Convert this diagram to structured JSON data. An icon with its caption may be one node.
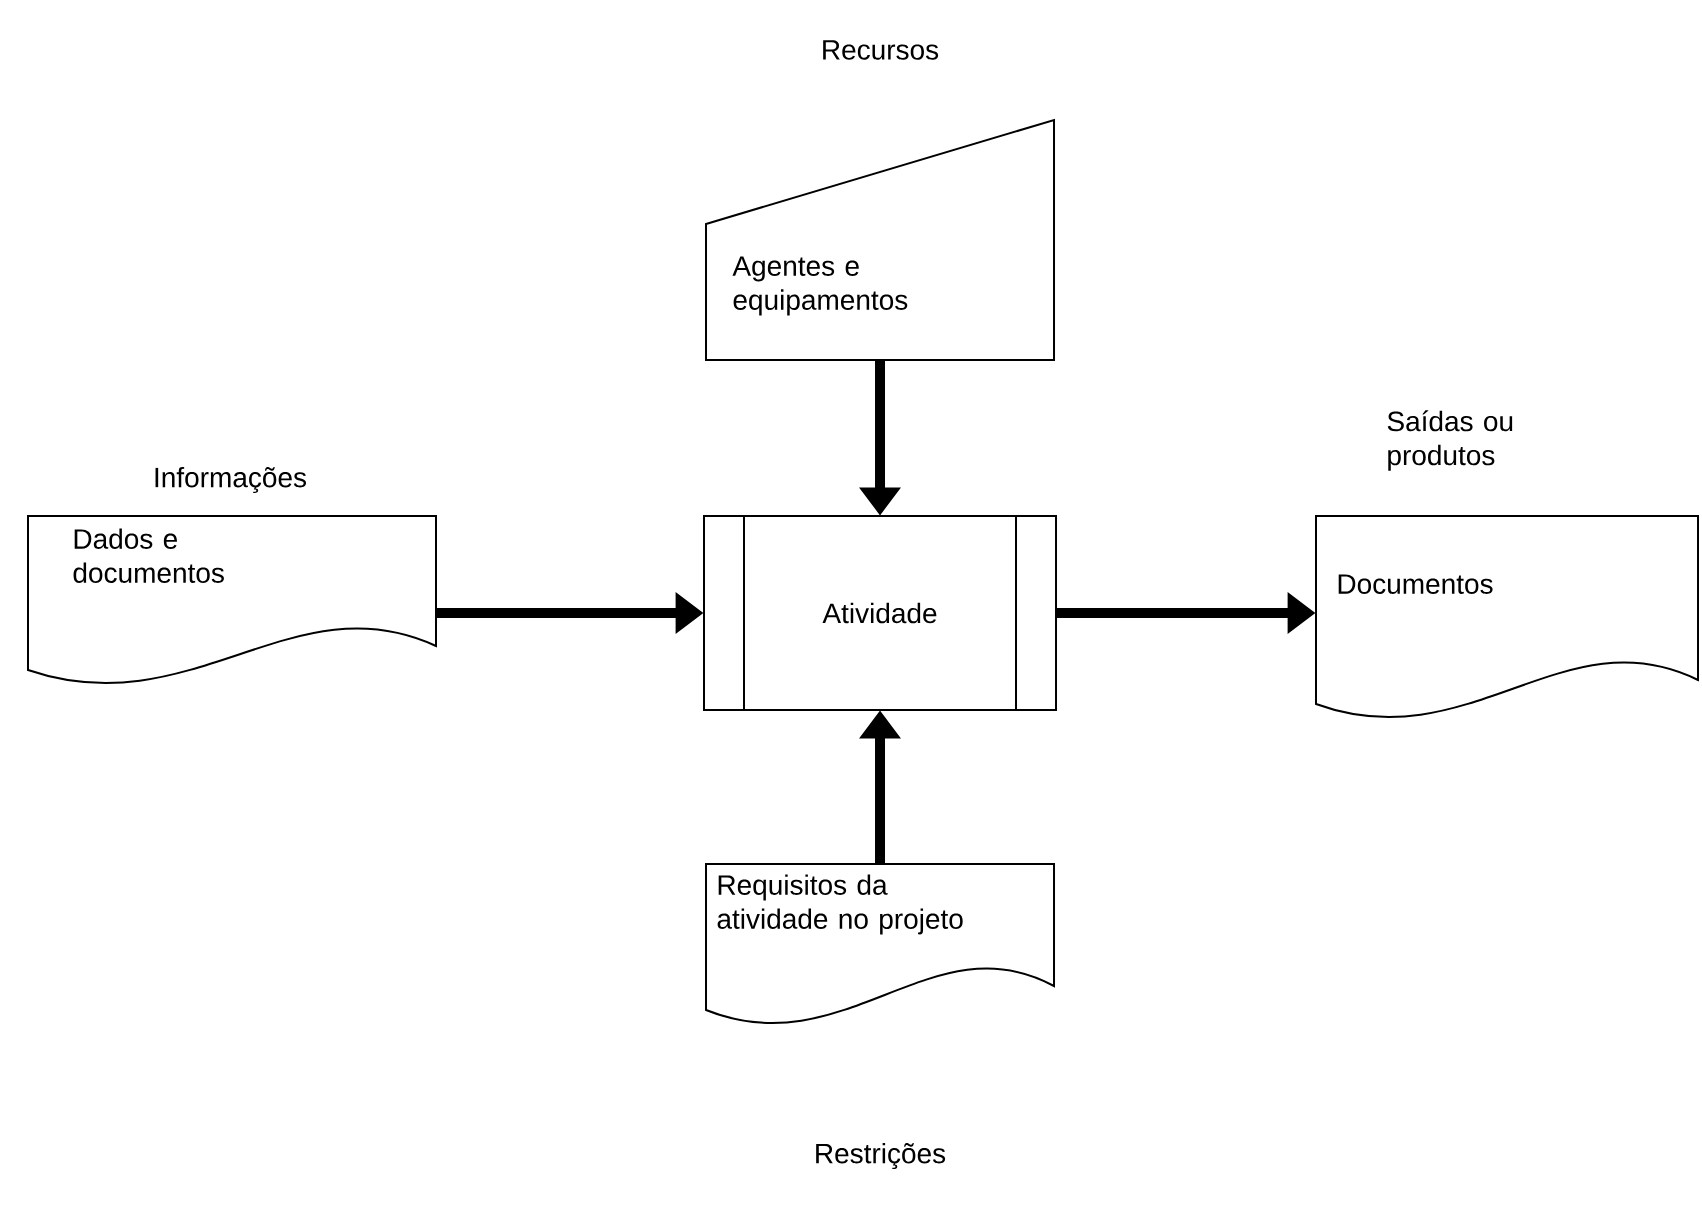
{
  "diagram": {
    "nodes": [
      {
        "text": [
          "Recursos",
          "Agentes e equipamentos"
        ]
      },
      {
        "text": [
          "Informações",
          "Dados e documentos"
        ]
      },
      {
        "text": [
          "Atividade"
        ]
      },
      {
        "text": [
          "Saídas ou produtos",
          "Documentos"
        ]
      },
      {
        "text": [
          "Requisitos da atividade no projeto",
          "Restrições"
        ]
      }
    ],
    "edges": [
      {
        "from": 0,
        "to": 2,
        "arrow": "to"
      },
      {
        "from": 1,
        "to": 2,
        "arrow": "to"
      },
      {
        "from": 2,
        "to": 3,
        "arrow": "to"
      },
      {
        "from": 4,
        "to": 2,
        "arrow": "to"
      }
    ]
  }
}
